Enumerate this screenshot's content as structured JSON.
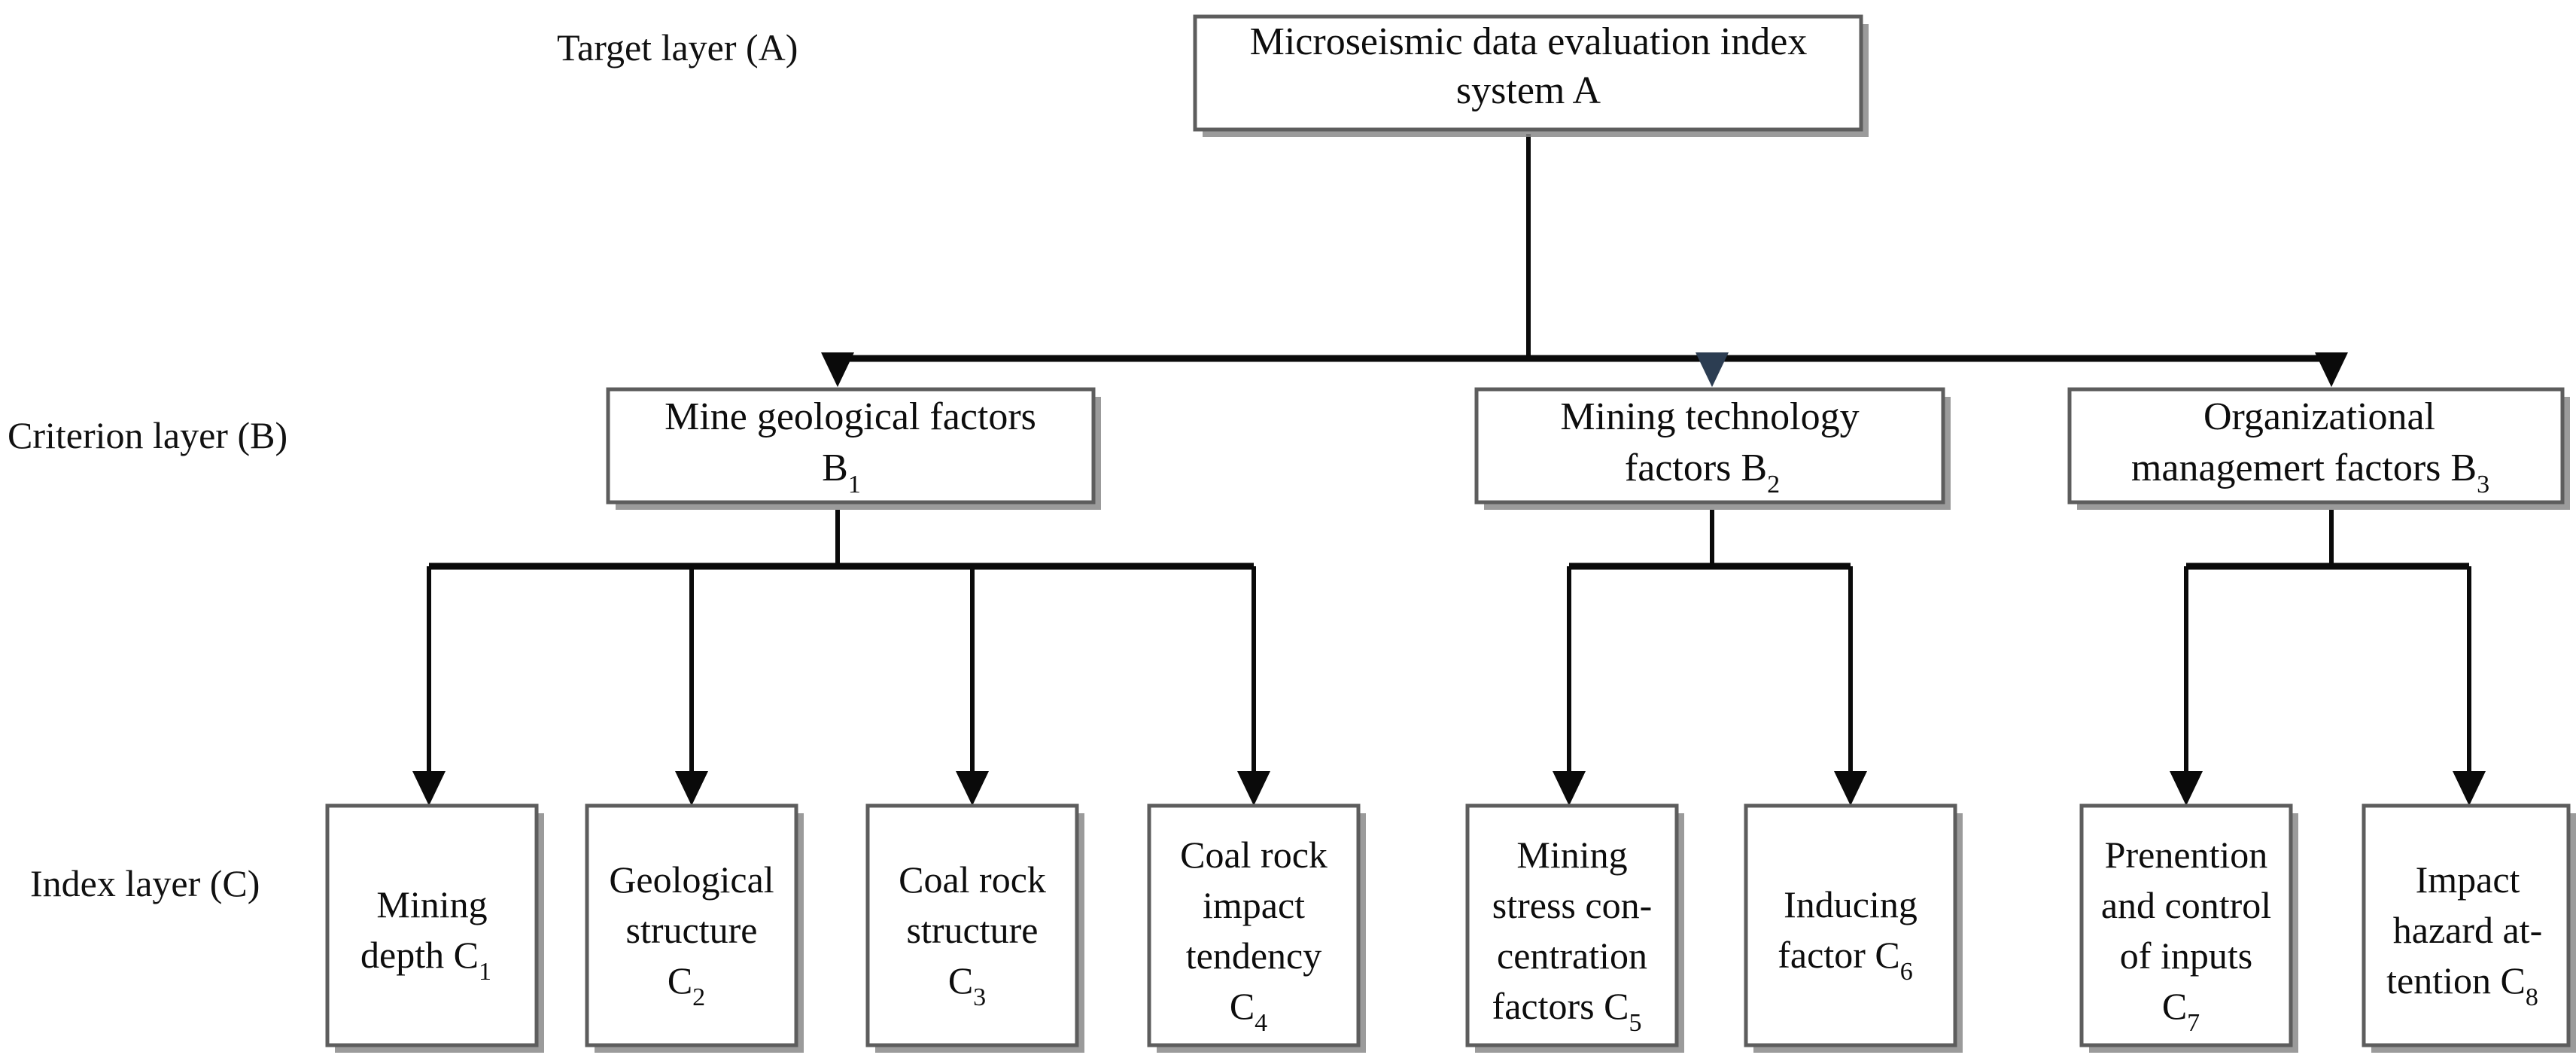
{
  "diagram": {
    "title": "Microseismic data evaluation index system hierarchy",
    "type": "hierarchical-tree",
    "colors": {
      "box_border": "#5d5d5d",
      "box_fill": "#ffffff",
      "box_shadow": "#8a8a8a",
      "connector": "#0a0a0a",
      "text": "#0d0d0d",
      "accent_arrow": "#2c3d52",
      "background": "#ffffff"
    },
    "layer_labels": [
      {
        "id": "layer-a",
        "text": "Target layer (A)"
      },
      {
        "id": "layer-b",
        "text": "Criterion layer (B)"
      },
      {
        "id": "layer-c",
        "text": "Index layer (C)"
      }
    ],
    "target_layer": {
      "id": "A",
      "line1": "Microseismic data evaluation index",
      "line2": "system A",
      "full_text": "Microseismic data evaluation index system A"
    },
    "criterion_layer": [
      {
        "id": "B1",
        "line1": "Mine geological factors",
        "line2_text": "B",
        "line2_sub": "1",
        "full_text": "Mine geological factors B1"
      },
      {
        "id": "B2",
        "line1": "Mining technology",
        "line2_text": "factors B",
        "line2_sub": "2",
        "full_text": "Mining technology factors B2"
      },
      {
        "id": "B3",
        "line1": "Organizational",
        "line2_text": "managemert factors B",
        "line2_sub": "3",
        "full_text": "Organizational managemert factors B3"
      }
    ],
    "index_layer": [
      {
        "id": "C1",
        "parent": "B1",
        "lines": [
          "Mining",
          "depth C"
        ],
        "sub": "1",
        "full_text": "Mining depth C1"
      },
      {
        "id": "C2",
        "parent": "B1",
        "lines": [
          "Geological",
          "structure",
          "C"
        ],
        "sub": "2",
        "full_text": "Geological structure C2"
      },
      {
        "id": "C3",
        "parent": "B1",
        "lines": [
          "Coal rock",
          "structure",
          "C"
        ],
        "sub": "3",
        "full_text": "Coal rock structure C3"
      },
      {
        "id": "C4",
        "parent": "B1",
        "lines": [
          "Coal rock",
          "impact",
          "tendency",
          "C"
        ],
        "sub": "4",
        "full_text": "Coal rock impact tendency C4"
      },
      {
        "id": "C5",
        "parent": "B2",
        "lines": [
          "Mining",
          "stress con-",
          "centration",
          "factors C"
        ],
        "sub": "5",
        "full_text": "Mining stress concentration factors C5"
      },
      {
        "id": "C6",
        "parent": "B2",
        "lines": [
          "Inducing",
          "factor C"
        ],
        "sub": "6",
        "full_text": "Inducing factor C6"
      },
      {
        "id": "C7",
        "parent": "B3",
        "lines": [
          "Prenention",
          "and control",
          "of inputs",
          "C"
        ],
        "sub": "7",
        "full_text": "Prenention and control of inputs C7"
      },
      {
        "id": "C8",
        "parent": "B3",
        "lines": [
          "Impact",
          "hazard at-",
          "tention C"
        ],
        "sub": "8",
        "full_text": "Impact hazard attention C8"
      }
    ],
    "edges": [
      {
        "from": "A",
        "to": "B1"
      },
      {
        "from": "A",
        "to": "B2"
      },
      {
        "from": "A",
        "to": "B3"
      },
      {
        "from": "B1",
        "to": "C1"
      },
      {
        "from": "B1",
        "to": "C2"
      },
      {
        "from": "B1",
        "to": "C3"
      },
      {
        "from": "B1",
        "to": "C4"
      },
      {
        "from": "B2",
        "to": "C5"
      },
      {
        "from": "B2",
        "to": "C6"
      },
      {
        "from": "B3",
        "to": "C7"
      },
      {
        "from": "B3",
        "to": "C8"
      }
    ]
  }
}
